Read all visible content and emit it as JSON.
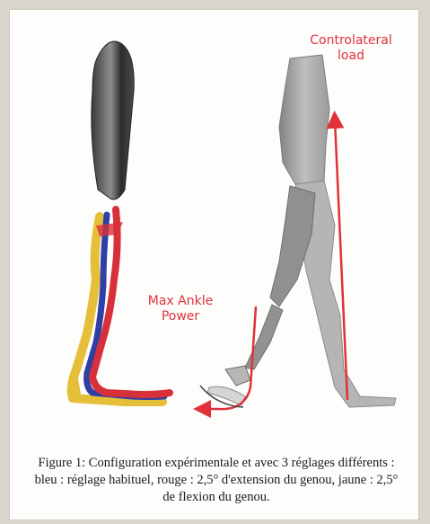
{
  "annotations": {
    "controlateral_line1": "Controlateral",
    "controlateral_line2": "load",
    "ankle_line1": "Max Ankle",
    "ankle_line2": "Power"
  },
  "caption": "Figure 1: Configuration expérimentale et avec 3 réglages différents : bleu : réglage habituel, rouge : 2,5° d'extension du genou, jaune : 2,5° de flexion du genou.",
  "colors": {
    "annotation_red": "#e0313a",
    "setting_blue": "#2f3fa6",
    "setting_red": "#d8303a",
    "setting_yellow": "#e6bf3a"
  }
}
